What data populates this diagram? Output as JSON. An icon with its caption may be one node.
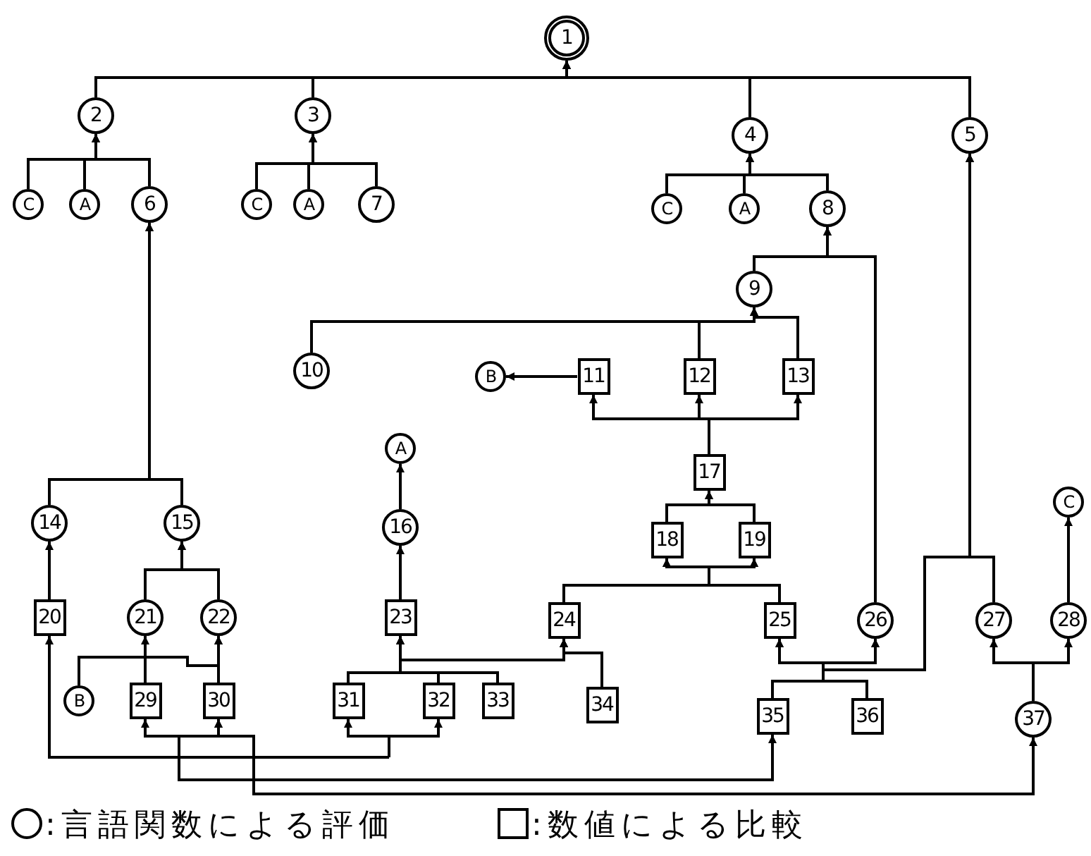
{
  "diagram": {
    "nodes": [
      {
        "text": [
          "1"
        ]
      },
      {
        "text": [
          "2"
        ]
      },
      {
        "text": [
          "3"
        ]
      },
      {
        "text": [
          "4"
        ]
      },
      {
        "text": [
          "5"
        ]
      },
      {
        "text": [
          "C"
        ]
      },
      {
        "text": [
          "A"
        ]
      },
      {
        "text": [
          "6"
        ]
      },
      {
        "text": [
          "C"
        ]
      },
      {
        "text": [
          "A"
        ]
      },
      {
        "text": [
          "7"
        ]
      },
      {
        "text": [
          "C"
        ]
      },
      {
        "text": [
          "A"
        ]
      },
      {
        "text": [
          "8"
        ]
      },
      {
        "text": [
          "9"
        ]
      },
      {
        "text": [
          "10"
        ]
      },
      {
        "text": [
          "B"
        ]
      },
      {
        "text": [
          "11"
        ]
      },
      {
        "text": [
          "12"
        ]
      },
      {
        "text": [
          "13"
        ]
      },
      {
        "text": [
          "A"
        ]
      },
      {
        "text": [
          "14"
        ]
      },
      {
        "text": [
          "15"
        ]
      },
      {
        "text": [
          "16"
        ]
      },
      {
        "text": [
          "17"
        ]
      },
      {
        "text": [
          "18"
        ]
      },
      {
        "text": [
          "19"
        ]
      },
      {
        "text": [
          "20"
        ]
      },
      {
        "text": [
          "21"
        ]
      },
      {
        "text": [
          "22"
        ]
      },
      {
        "text": [
          "23"
        ]
      },
      {
        "text": [
          "24"
        ]
      },
      {
        "text": [
          "25"
        ]
      },
      {
        "text": [
          "26"
        ]
      },
      {
        "text": [
          "27"
        ]
      },
      {
        "text": [
          "C"
        ]
      },
      {
        "text": [
          "28"
        ]
      },
      {
        "text": [
          "B"
        ]
      },
      {
        "text": [
          "29"
        ]
      },
      {
        "text": [
          "30"
        ]
      },
      {
        "text": [
          "31"
        ]
      },
      {
        "text": [
          "32"
        ]
      },
      {
        "text": [
          "33"
        ]
      },
      {
        "text": [
          "34"
        ]
      },
      {
        "text": [
          "35"
        ]
      },
      {
        "text": [
          "36"
        ]
      },
      {
        "text": [
          "37"
        ]
      }
    ],
    "edges": [
      {
        "from": 1,
        "to": 0,
        "arrow": "to"
      },
      {
        "from": 2,
        "to": 0,
        "arrow": "to"
      },
      {
        "from": 3,
        "to": 0,
        "arrow": "to"
      },
      {
        "from": 4,
        "to": 0,
        "arrow": "to"
      },
      {
        "from": 5,
        "to": 1,
        "arrow": "to"
      },
      {
        "from": 6,
        "to": 1,
        "arrow": "to"
      },
      {
        "from": 7,
        "to": 1,
        "arrow": "to"
      },
      {
        "from": 8,
        "to": 2,
        "arrow": "to"
      },
      {
        "from": 9,
        "to": 2,
        "arrow": "to"
      },
      {
        "from": 10,
        "to": 2,
        "arrow": "to"
      },
      {
        "from": 11,
        "to": 3,
        "arrow": "to"
      },
      {
        "from": 12,
        "to": 3,
        "arrow": "to"
      },
      {
        "from": 13,
        "to": 3,
        "arrow": "to"
      },
      {
        "from": 14,
        "to": 13,
        "arrow": "to"
      },
      {
        "from": 33,
        "to": 13,
        "arrow": "to"
      },
      {
        "from": 15,
        "to": 14,
        "arrow": "to"
      },
      {
        "from": 18,
        "to": 14,
        "arrow": "to"
      },
      {
        "from": 19,
        "to": 14,
        "arrow": "to"
      },
      {
        "from": 17,
        "to": 16,
        "arrow": "to"
      },
      {
        "from": 24,
        "to": 17,
        "arrow": "to"
      },
      {
        "from": 24,
        "to": 18,
        "arrow": "to"
      },
      {
        "from": 24,
        "to": 19,
        "arrow": "to"
      },
      {
        "from": 25,
        "to": 24,
        "arrow": "to"
      },
      {
        "from": 26,
        "to": 24,
        "arrow": "to"
      },
      {
        "from": 31,
        "to": 25,
        "arrow": "to"
      },
      {
        "from": 31,
        "to": 26,
        "arrow": "to"
      },
      {
        "from": 32,
        "to": 25,
        "arrow": "to"
      },
      {
        "from": 32,
        "to": 26,
        "arrow": "to"
      },
      {
        "from": 21,
        "to": 7,
        "arrow": "to"
      },
      {
        "from": 22,
        "to": 7,
        "arrow": "to"
      },
      {
        "from": 27,
        "to": 21,
        "arrow": "to"
      },
      {
        "from": 28,
        "to": 22,
        "arrow": "to"
      },
      {
        "from": 29,
        "to": 22,
        "arrow": "to"
      },
      {
        "from": 30,
        "to": 23,
        "arrow": "to"
      },
      {
        "from": 23,
        "to": 20,
        "arrow": "to"
      },
      {
        "from": 38,
        "to": 28,
        "arrow": "to"
      },
      {
        "from": 39,
        "to": 29,
        "arrow": "to"
      },
      {
        "from": 37,
        "to": 29,
        "arrow": "to"
      },
      {
        "from": 40,
        "to": 30,
        "arrow": "to"
      },
      {
        "from": 41,
        "to": 30,
        "arrow": "to"
      },
      {
        "from": 42,
        "to": 30,
        "arrow": "to"
      },
      {
        "from": 40,
        "to": 31,
        "arrow": "to"
      },
      {
        "from": 41,
        "to": 31,
        "arrow": "to"
      },
      {
        "from": 42,
        "to": 31,
        "arrow": "to"
      },
      {
        "from": 43,
        "to": 31,
        "arrow": "to"
      },
      {
        "from": 44,
        "to": 32,
        "arrow": "to"
      },
      {
        "from": 44,
        "to": 33,
        "arrow": "to"
      },
      {
        "from": 44,
        "to": 4,
        "arrow": "to"
      },
      {
        "from": 45,
        "to": 32,
        "arrow": "to"
      },
      {
        "from": 45,
        "to": 33,
        "arrow": "to"
      },
      {
        "from": 45,
        "to": 4,
        "arrow": "to"
      },
      {
        "from": 34,
        "to": 4,
        "arrow": "to"
      },
      {
        "from": 46,
        "to": 34,
        "arrow": "to"
      },
      {
        "from": 46,
        "to": 36,
        "arrow": "to"
      },
      {
        "from": 36,
        "to": 35,
        "arrow": "to"
      },
      {
        "from": null,
        "to": 27,
        "arrow": "to"
      },
      {
        "from": null,
        "to": 40,
        "arrow": "to"
      },
      {
        "from": null,
        "to": 41,
        "arrow": "to"
      },
      {
        "from": null,
        "to": 38,
        "arrow": "to"
      },
      {
        "from": null,
        "to": 39,
        "arrow": "to"
      },
      {
        "from": null,
        "to": 44,
        "arrow": "to"
      },
      {
        "from": 39,
        "to": 46,
        "arrow": "both"
      }
    ],
    "legend": [
      {
        "text": ":言語関数による評価"
      },
      {
        "text": ":数値による比較"
      }
    ]
  }
}
